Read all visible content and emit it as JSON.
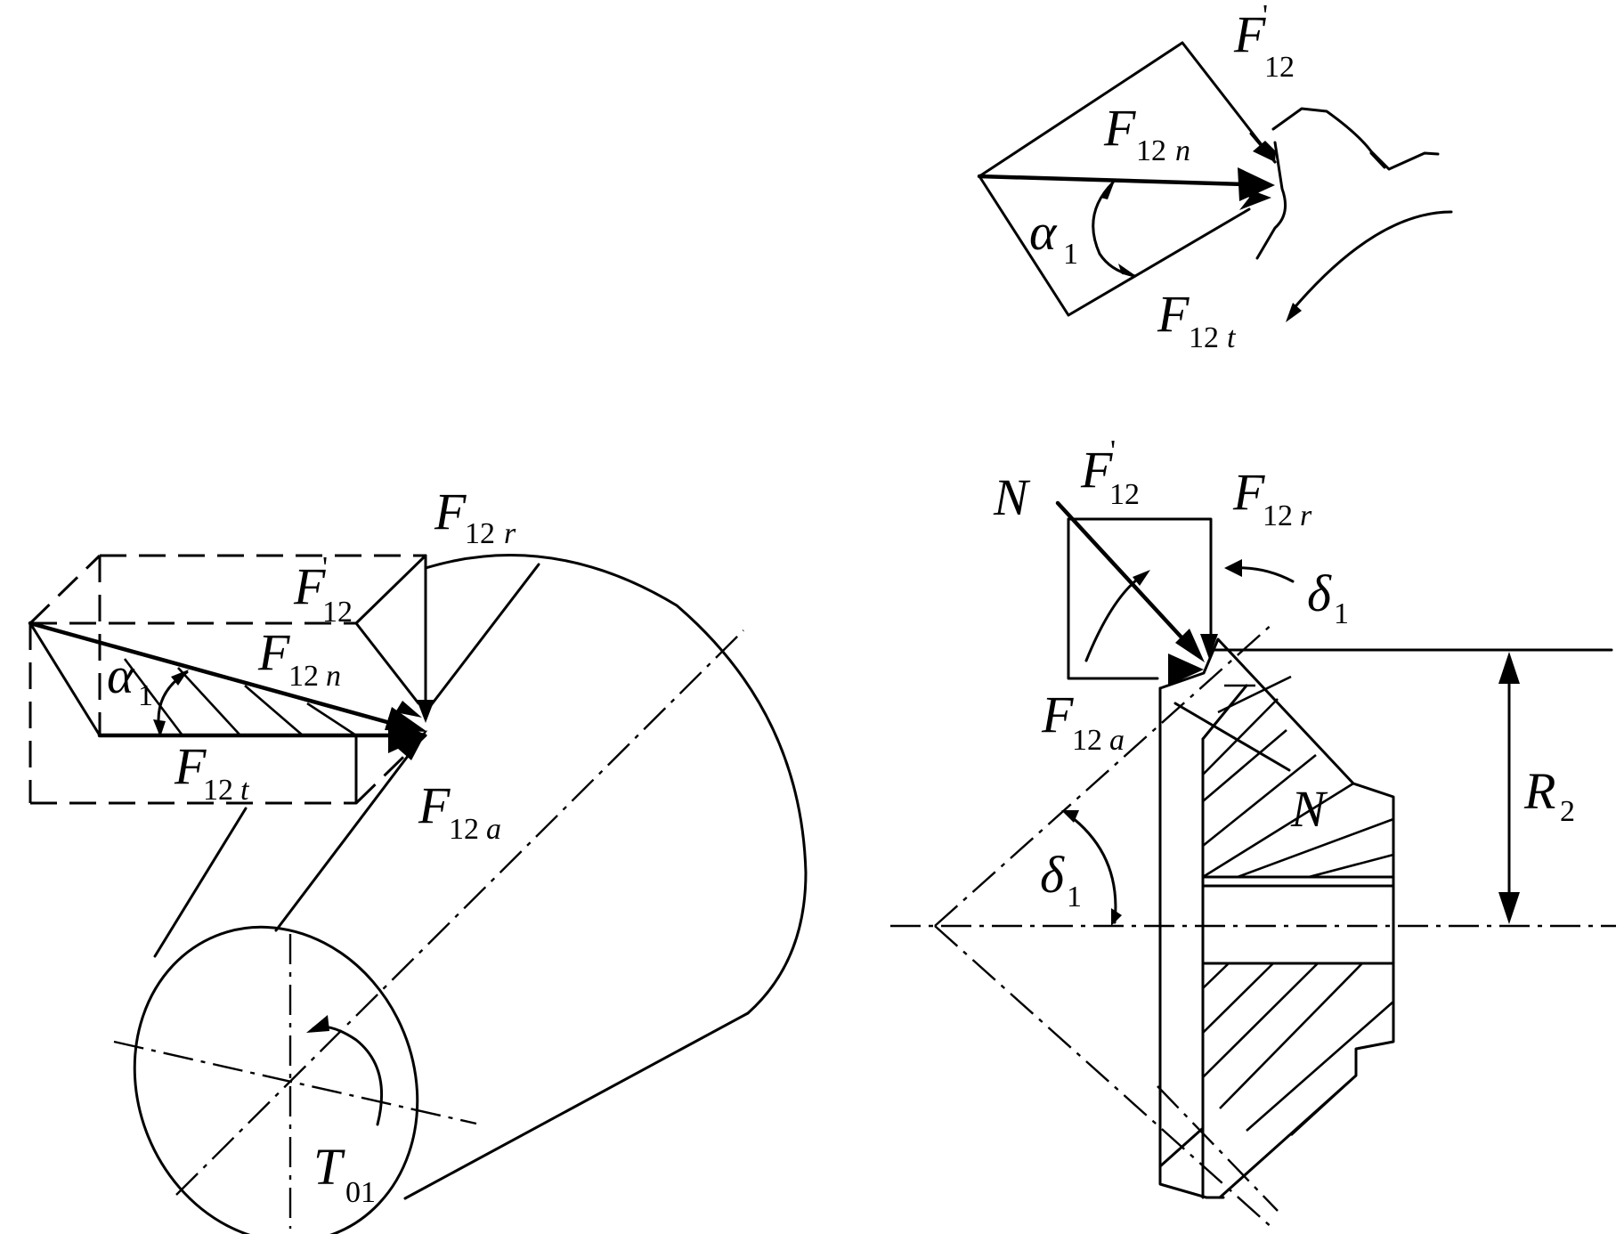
{
  "labels": {
    "top": {
      "f12p": {
        "main": "F",
        "sup": "'",
        "sub": "12"
      },
      "f12n": {
        "main": "F",
        "sub": "12",
        "subi": "n"
      },
      "alpha": {
        "main": "α",
        "sub": "1"
      },
      "f12t": {
        "main": "F",
        "sub": "12",
        "subi": "t"
      }
    },
    "left": {
      "f12r": {
        "main": "F",
        "sub": "12",
        "subi": "r"
      },
      "f12p": {
        "main": "F",
        "sup": "'",
        "sub": "12"
      },
      "f12n": {
        "main": "F",
        "sub": "12",
        "subi": "n"
      },
      "alpha": {
        "main": "α",
        "sub": "1"
      },
      "f12t": {
        "main": "F",
        "sub": "12",
        "subi": "t"
      },
      "f12a": {
        "main": "F",
        "sub": "12",
        "subi": "a"
      },
      "t01": {
        "main": "T",
        "sub": "01"
      }
    },
    "right": {
      "n_top": {
        "main": "N"
      },
      "f12p": {
        "main": "F",
        "sup": "'",
        "sub": "12"
      },
      "f12r": {
        "main": "F",
        "sub": "12",
        "subi": "r"
      },
      "delta_top": {
        "main": "δ",
        "sub": "1"
      },
      "f12a": {
        "main": "F",
        "sub": "12",
        "subi": "a"
      },
      "n_bottom": {
        "main": "N"
      },
      "r2": {
        "main": "R",
        "sub": "2"
      },
      "delta_bottom": {
        "main": "δ",
        "sub": "1"
      }
    }
  }
}
